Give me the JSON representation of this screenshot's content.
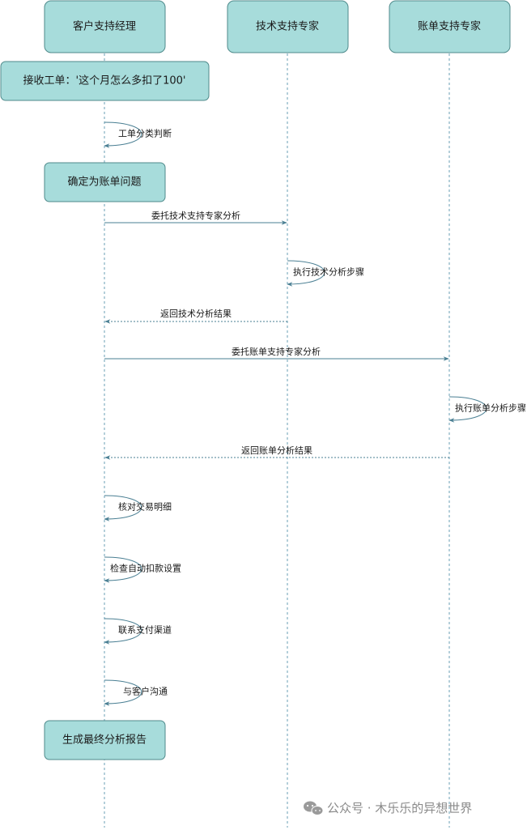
{
  "participants": [
    {
      "id": "manager",
      "label": "客户支持经理"
    },
    {
      "id": "tech",
      "label": "技术支持专家"
    },
    {
      "id": "billing",
      "label": "账单支持专家"
    }
  ],
  "notes": {
    "receive_ticket": "接收工单：'这个月怎么多扣了100'",
    "confirm_billing": "确定为账单问题",
    "final_report": "生成最终分析报告"
  },
  "messages": {
    "classify": "工单分类判断",
    "delegate_tech": "委托技术支持专家分析",
    "tech_steps": "执行技术分析步骤",
    "tech_result": "返回技术分析结果",
    "delegate_billing": "委托账单支持专家分析",
    "billing_steps": "执行账单分析步骤",
    "billing_result": "返回账单分析结果",
    "verify_transactions": "核对交易明细",
    "check_autodebit": "检查自动扣款设置",
    "contact_channel": "联系支付渠道",
    "communicate_customer": "与客户沟通"
  },
  "watermark": {
    "text": "公众号 · 木乐乐的异想世界",
    "icon": "wechat-icon"
  },
  "colors": {
    "box_fill": "#a7dcdb",
    "box_stroke": "#4f8a8b",
    "line": "#4a7f93"
  }
}
